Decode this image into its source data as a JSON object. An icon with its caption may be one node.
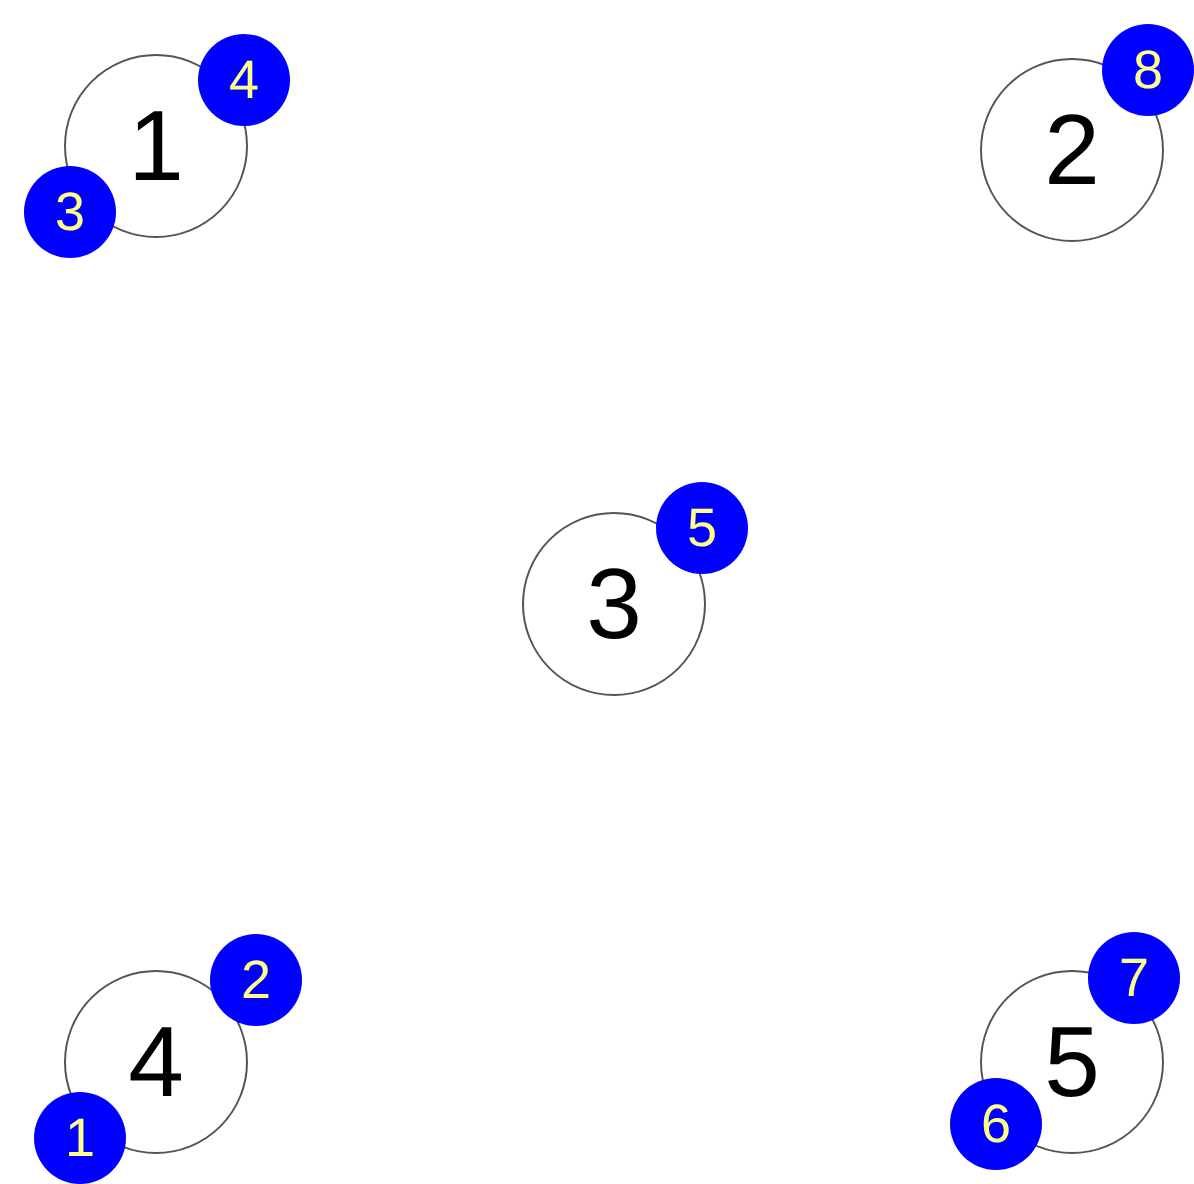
{
  "diagram": {
    "nodes": [
      {
        "text": [
          "1"
        ]
      },
      {
        "text": [
          "4"
        ]
      },
      {
        "text": [
          "3"
        ]
      },
      {
        "text": [
          "2"
        ]
      },
      {
        "text": [
          "8"
        ]
      },
      {
        "text": [
          "3"
        ]
      },
      {
        "text": [
          "5"
        ]
      },
      {
        "text": [
          "4"
        ]
      },
      {
        "text": [
          "2"
        ]
      },
      {
        "text": [
          "1"
        ]
      },
      {
        "text": [
          "5"
        ]
      },
      {
        "text": [
          "7"
        ]
      },
      {
        "text": [
          "6"
        ]
      }
    ]
  }
}
